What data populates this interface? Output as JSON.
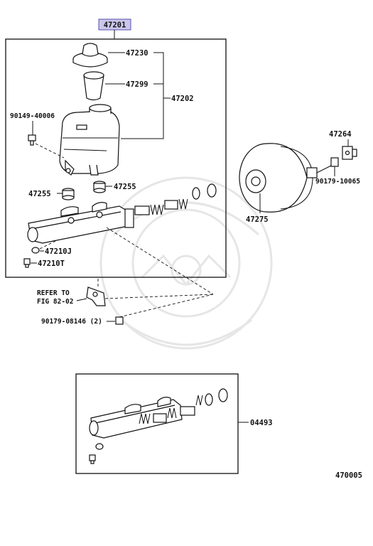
{
  "callouts": {
    "assembly": "47201",
    "cap": "47230",
    "strainer": "47299",
    "reservoir": "47202",
    "bolt_left": "90149-40006",
    "grommet_left": "47255",
    "grommet_right": "47255",
    "plug_j": "47210J",
    "plug_t": "47210T",
    "refer_line1": "REFER TO",
    "refer_line2": "FIG 82-02",
    "nut": "90179-08146 (2)",
    "booster": "47275",
    "clevis": "47264",
    "clevis_nut": "90179-10065",
    "kit": "04493",
    "diagram_no": "470005"
  },
  "colors": {
    "ink": "#111111",
    "highlight_fill": "#c9c6ea",
    "highlight_stroke": "#5a52b0"
  }
}
